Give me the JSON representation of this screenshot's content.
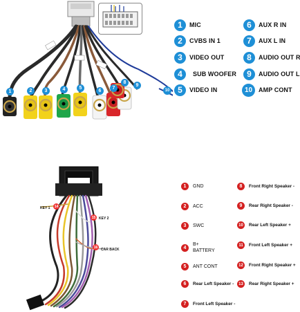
{
  "top_legend": [
    {
      "num": "1",
      "label": "MIC"
    },
    {
      "num": "2",
      "label": "CVBS IN 1"
    },
    {
      "num": "3",
      "label": "VIDEO OUT"
    },
    {
      "num": "4",
      "label": "SUB WOOFER"
    },
    {
      "num": "5",
      "label": "VIDEO IN"
    },
    {
      "num": "6",
      "label": "AUX R IN"
    },
    {
      "num": "7",
      "label": "AUX L IN"
    },
    {
      "num": "8",
      "label": "AUDIO OUT R"
    },
    {
      "num": "9",
      "label": "AUDIO OUT L"
    },
    {
      "num": "10",
      "label": "AMP CONT"
    }
  ],
  "bottom_legend": [
    {
      "num": "1",
      "label": "GND"
    },
    {
      "num": "2",
      "label": "ACC"
    },
    {
      "num": "3",
      "label": "SWC"
    },
    {
      "num": "4",
      "label": "B+ BATTERY"
    },
    {
      "num": "5",
      "label": "ANT CONT"
    },
    {
      "num": "6",
      "label": "Rear Left Speaker -"
    },
    {
      "num": "7",
      "label": "Front Left Speaker -"
    },
    {
      "num": "8",
      "label": "Front Right Speaker -"
    },
    {
      "num": "9",
      "label": "Rear Right Speaker -"
    },
    {
      "num": "10",
      "label": "Rear Left Speaker +"
    },
    {
      "num": "11",
      "label": "Front Left Speaker +"
    },
    {
      "num": "12",
      "label": "Front Right Speaker +"
    },
    {
      "num": "13",
      "label": "Rear Right Speaker +"
    }
  ],
  "harness_labels": {
    "key1": "KEY 1",
    "key1_num": "14",
    "key2": "KEY 2",
    "key2_num": "15",
    "car_back": "CAR BACK",
    "car_back_num": "16"
  },
  "rca_numbers": [
    "1",
    "2",
    "3",
    "4",
    "5",
    "6",
    "7",
    "8",
    "9",
    "10"
  ],
  "colors": {
    "blue_badge": "#1e8fd6",
    "red_badge": "#d42020",
    "rca_yellow": "#f2d21b",
    "rca_green": "#1fa64a",
    "rca_white": "#f4f4f4",
    "rca_red": "#d9262a"
  }
}
